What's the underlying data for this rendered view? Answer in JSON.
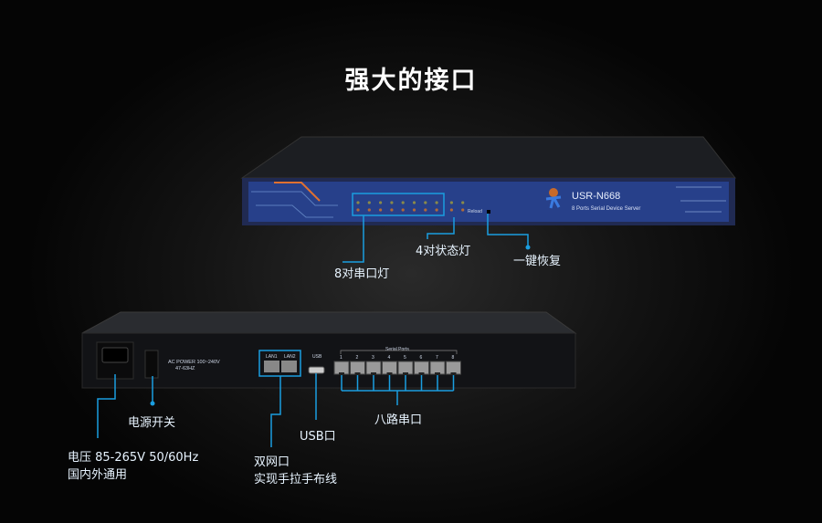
{
  "title": "强大的接口",
  "accent_color": "#1a9ee0",
  "front_panel": {
    "model": "USR-N668",
    "subtitle": "8 Ports Serial Device Server",
    "reload_label": "Reload",
    "serial_led_pairs": 8,
    "status_led_pairs": 2
  },
  "back_panel": {
    "power_text_1": "AC POWER 100~240V",
    "power_text_2": "47-63HZ",
    "lan1": "LAN1",
    "lan2": "LAN2",
    "usb": "USB",
    "serial_ports_label": "Serial Ports",
    "port_numbers": [
      "1",
      "2",
      "3",
      "4",
      "5",
      "6",
      "7",
      "8"
    ]
  },
  "callouts": {
    "serial_leds": "8对串口灯",
    "status_leds": "4对状态灯",
    "reset": "一键恢复",
    "power_switch": "电源开关",
    "voltage_1": "电压 85-265V 50/60Hz",
    "voltage_2": "国内外通用",
    "lan_1": "双网口",
    "lan_2": "实现手拉手布线",
    "usb_port": "USB口",
    "serial_ports": "八路串口"
  }
}
